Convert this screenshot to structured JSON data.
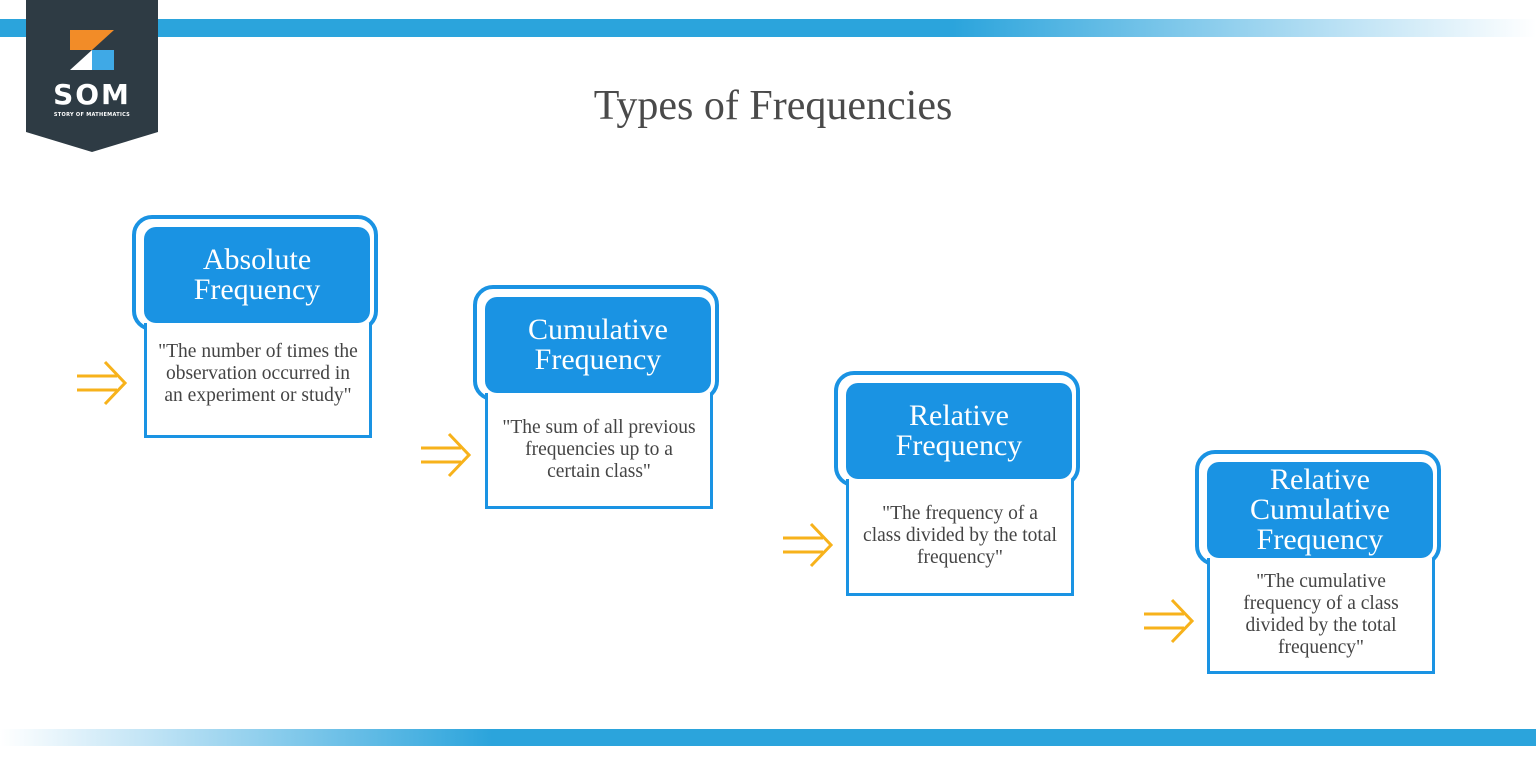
{
  "logo": {
    "text": "SOM",
    "subtitle": "STORY OF MATHEMATICS"
  },
  "title": "Types of Frequencies",
  "colors": {
    "accent_blue": "#1a93e3",
    "band_blue": "#2ba4dc",
    "arrow_yellow": "#f7b21b",
    "logo_dark": "#2e3b44",
    "logo_orange": "#f28c28",
    "logo_light_blue": "#3fa9e6"
  },
  "cards": [
    {
      "heading_line1": "Absolute",
      "heading_line2": "Frequency",
      "heading_line3": "",
      "description": "\"The number of times the observation occurred in an experiment or study\""
    },
    {
      "heading_line1": "Cumulative",
      "heading_line2": "Frequency",
      "heading_line3": "",
      "description": "\"The sum of all previous frequencies up to a certain class\""
    },
    {
      "heading_line1": "Relative",
      "heading_line2": "Frequency",
      "heading_line3": "",
      "description": "\"The frequency of a class divided by the total frequency\""
    },
    {
      "heading_line1": "Relative",
      "heading_line2": "Cumulative",
      "heading_line3": "Frequency",
      "description": "\"The cumulative frequency of a class divided by the total frequency\""
    }
  ],
  "arrow_icon": "double-right-arrow-icon"
}
